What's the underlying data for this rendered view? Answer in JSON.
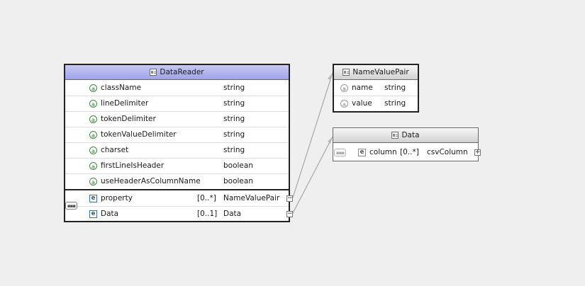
{
  "main_box": {
    "title": "DataReader",
    "attributes": [
      {
        "name": "className",
        "type": "string"
      },
      {
        "name": "lineDelimiter",
        "type": "string"
      },
      {
        "name": "tokenDelimiter",
        "type": "string"
      },
      {
        "name": "tokenValueDelimiter",
        "type": "string"
      },
      {
        "name": "charset",
        "type": "string"
      },
      {
        "name": "firstLineIsHeader",
        "type": "boolean"
      },
      {
        "name": "useHeaderAsColumnName",
        "type": "boolean"
      }
    ],
    "elements": [
      {
        "name": "property",
        "cardinality": "[0..*]",
        "type": "NameValuePair",
        "toggle": "−"
      },
      {
        "name": "Data",
        "cardinality": "[0..1]",
        "type": "Data",
        "toggle": "−"
      }
    ]
  },
  "namevaluepair_box": {
    "title": "NameValuePair",
    "attributes": [
      {
        "name": "name",
        "type": "string"
      },
      {
        "name": "value",
        "type": "string"
      }
    ]
  },
  "data_box": {
    "title": "Data",
    "elements": [
      {
        "name": "column",
        "cardinality": "[0..*]",
        "type": "csvColumn",
        "toggle": "+"
      }
    ]
  },
  "icons": {
    "attribute": "a",
    "element": "e",
    "sequence": "▪▪▪"
  }
}
